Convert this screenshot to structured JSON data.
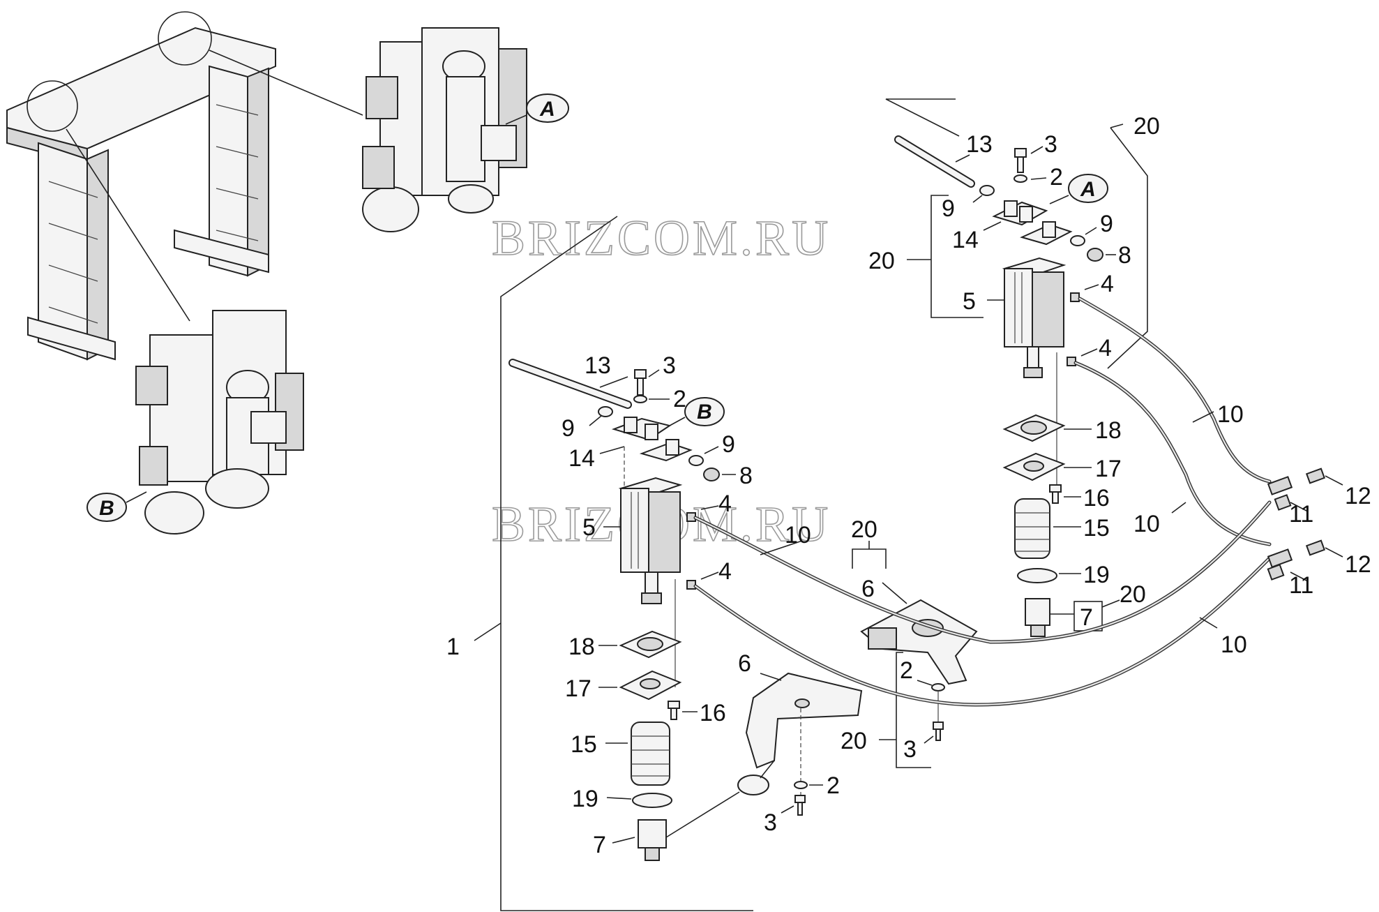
{
  "watermark": "BRIZCOM.RU",
  "badges": {
    "a": "A",
    "b": "B"
  },
  "callouts": {
    "n1": "1",
    "n2": "2",
    "n3": "3",
    "n4": "4",
    "n5": "5",
    "n6": "6",
    "n7": "7",
    "n8": "8",
    "n9": "9",
    "n10": "10",
    "n11": "11",
    "n12": "12",
    "n13": "13",
    "n14": "14",
    "n15": "15",
    "n16": "16",
    "n17": "17",
    "n18": "18",
    "n19": "19",
    "n20": "20"
  },
  "colors": {
    "line": "#222222",
    "watermark": "#9a9a9a",
    "background": "#ffffff"
  }
}
